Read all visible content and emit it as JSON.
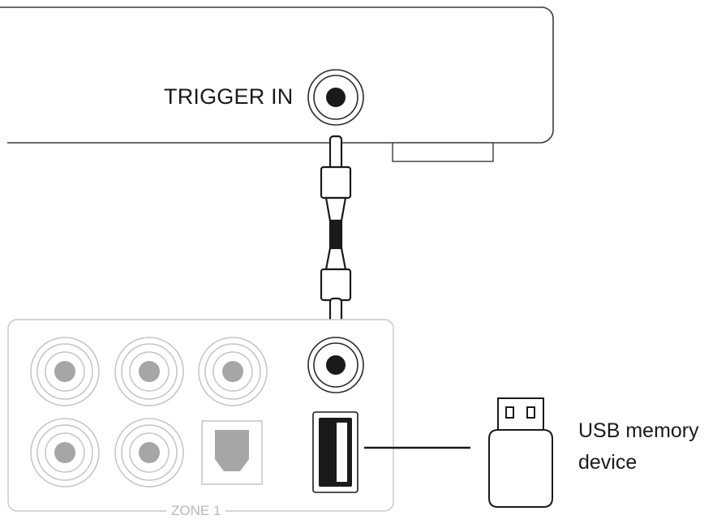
{
  "labels": {
    "trigger_in": "TRIGGER IN",
    "usb_line1": "USB memory",
    "usb_line2": "device",
    "zone": "ZONE 1"
  },
  "colors": {
    "line": "#1a1a1a",
    "panel_border": "#c4c4c4",
    "jack_gray": "#bdbdbd",
    "jack_core": "#9e9e9e"
  },
  "icons": [
    "trigger-jack-icon",
    "rca-jack-icon",
    "optical-port-icon",
    "usb-port-icon",
    "usb-drive-icon",
    "rca-cable-icon"
  ]
}
